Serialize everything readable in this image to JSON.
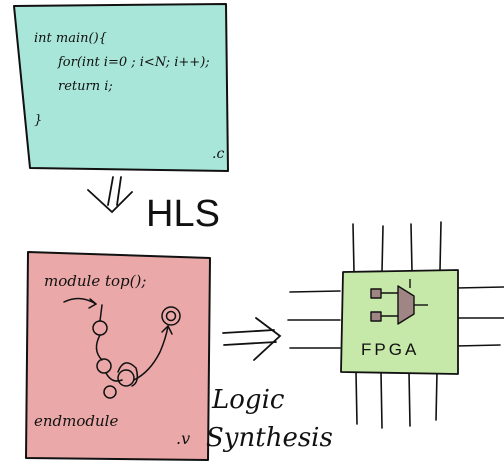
{
  "c_file": {
    "lines": [
      "int main(){",
      "for(int i=0 ; i<N; i++);",
      "return i;",
      "}"
    ],
    "extension": ".c",
    "fill": "#a8e6d9"
  },
  "hls_label": "HLS",
  "verilog_file": {
    "line1": "module top();",
    "line2": "endmodule",
    "extension": ".v",
    "fill": "#eaa9a8"
  },
  "logic_synthesis_label": {
    "line1": "Logic",
    "line2": "Synthesis"
  },
  "fpga": {
    "label": "FPGA",
    "fill": "#c6e8a8",
    "mux_fill": "#a08585"
  }
}
